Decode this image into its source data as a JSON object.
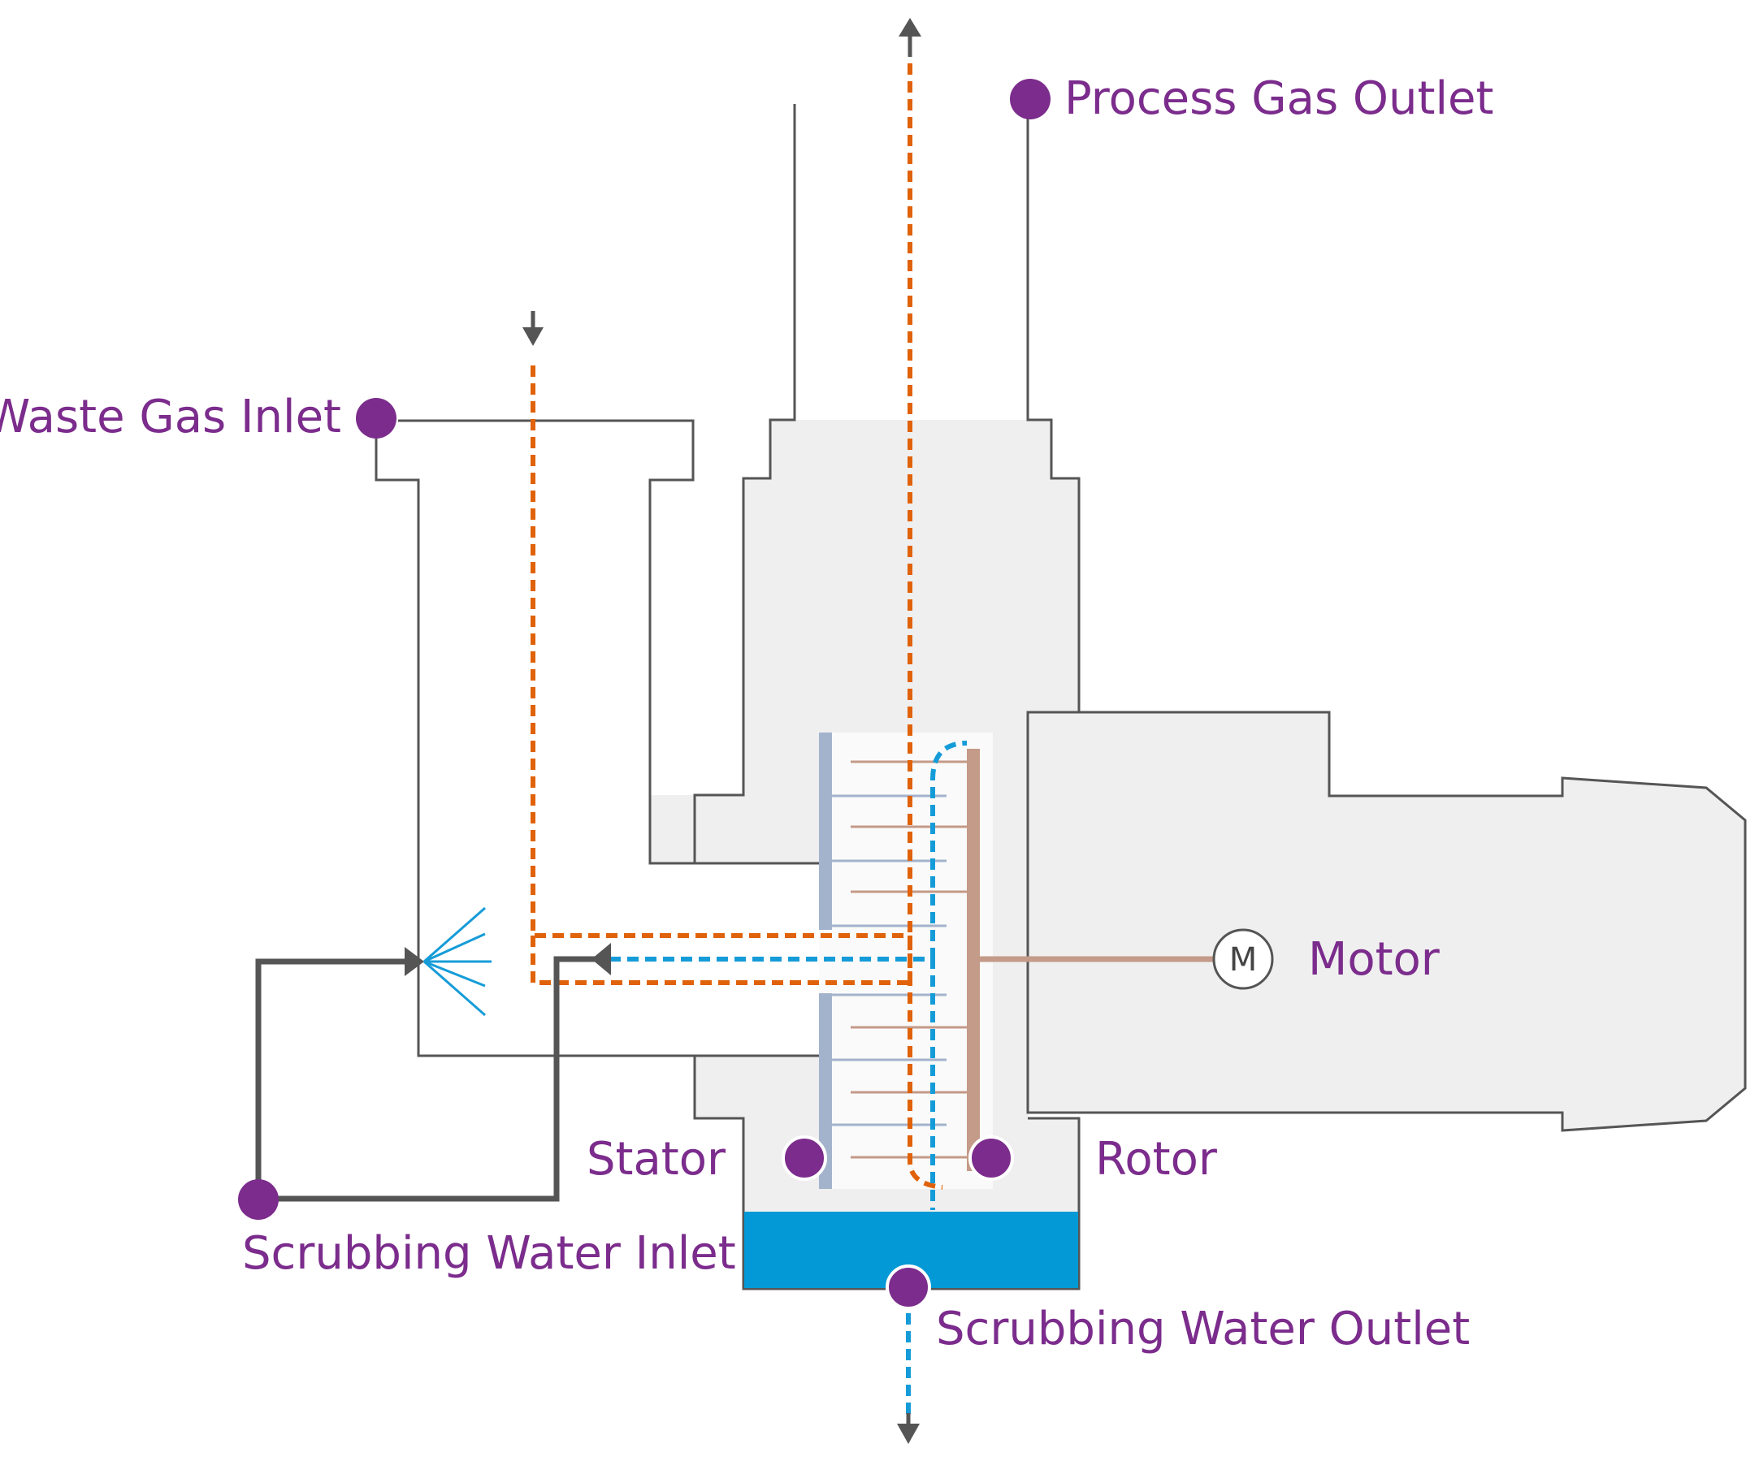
{
  "labels": {
    "process_gas_outlet": "Process Gas Outlet",
    "waste_gas_inlet": "Waste Gas Inlet",
    "motor": "Motor",
    "motor_symbol": "M",
    "stator": "Stator",
    "rotor": "Rotor",
    "scrubbing_water_inlet": "Scrubbing Water Inlet",
    "scrubbing_water_outlet": "Scrubbing Water Outlet"
  },
  "colors": {
    "housing_fill": "#efefef",
    "outline": "#555555",
    "gas_flow": "#e0620a",
    "water_flow": "#159cd8",
    "water_sump": "#0399d6",
    "stator": "#a3b3cc",
    "rotor": "#c49a88",
    "marker": "#7b2c8c",
    "label": "#7b2c8c"
  }
}
